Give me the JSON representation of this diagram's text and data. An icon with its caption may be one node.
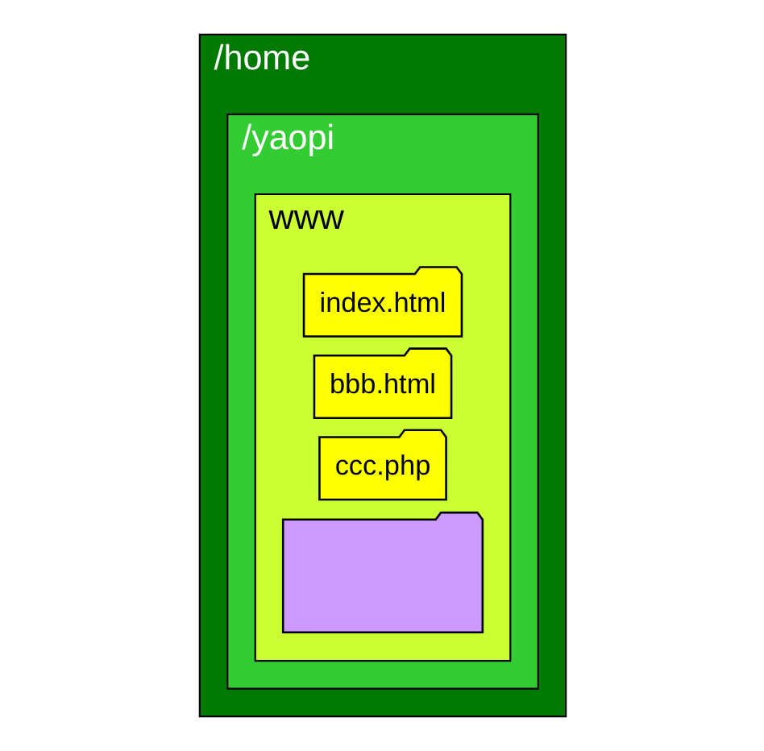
{
  "diagram": {
    "nodes": [
      {
        "text": [
          "/home"
        ]
      },
      {
        "text": [
          "/yaopi"
        ],
        "in": 0
      },
      {
        "text": [
          "www"
        ],
        "in": 1
      },
      {
        "text": [
          "index.html"
        ],
        "in": 2
      },
      {
        "text": [
          "bbb.html"
        ],
        "in": 2
      },
      {
        "text": [
          "ccc.php"
        ],
        "in": 2
      },
      {
        "text": [],
        "shape": "box",
        "in": 2
      }
    ]
  }
}
